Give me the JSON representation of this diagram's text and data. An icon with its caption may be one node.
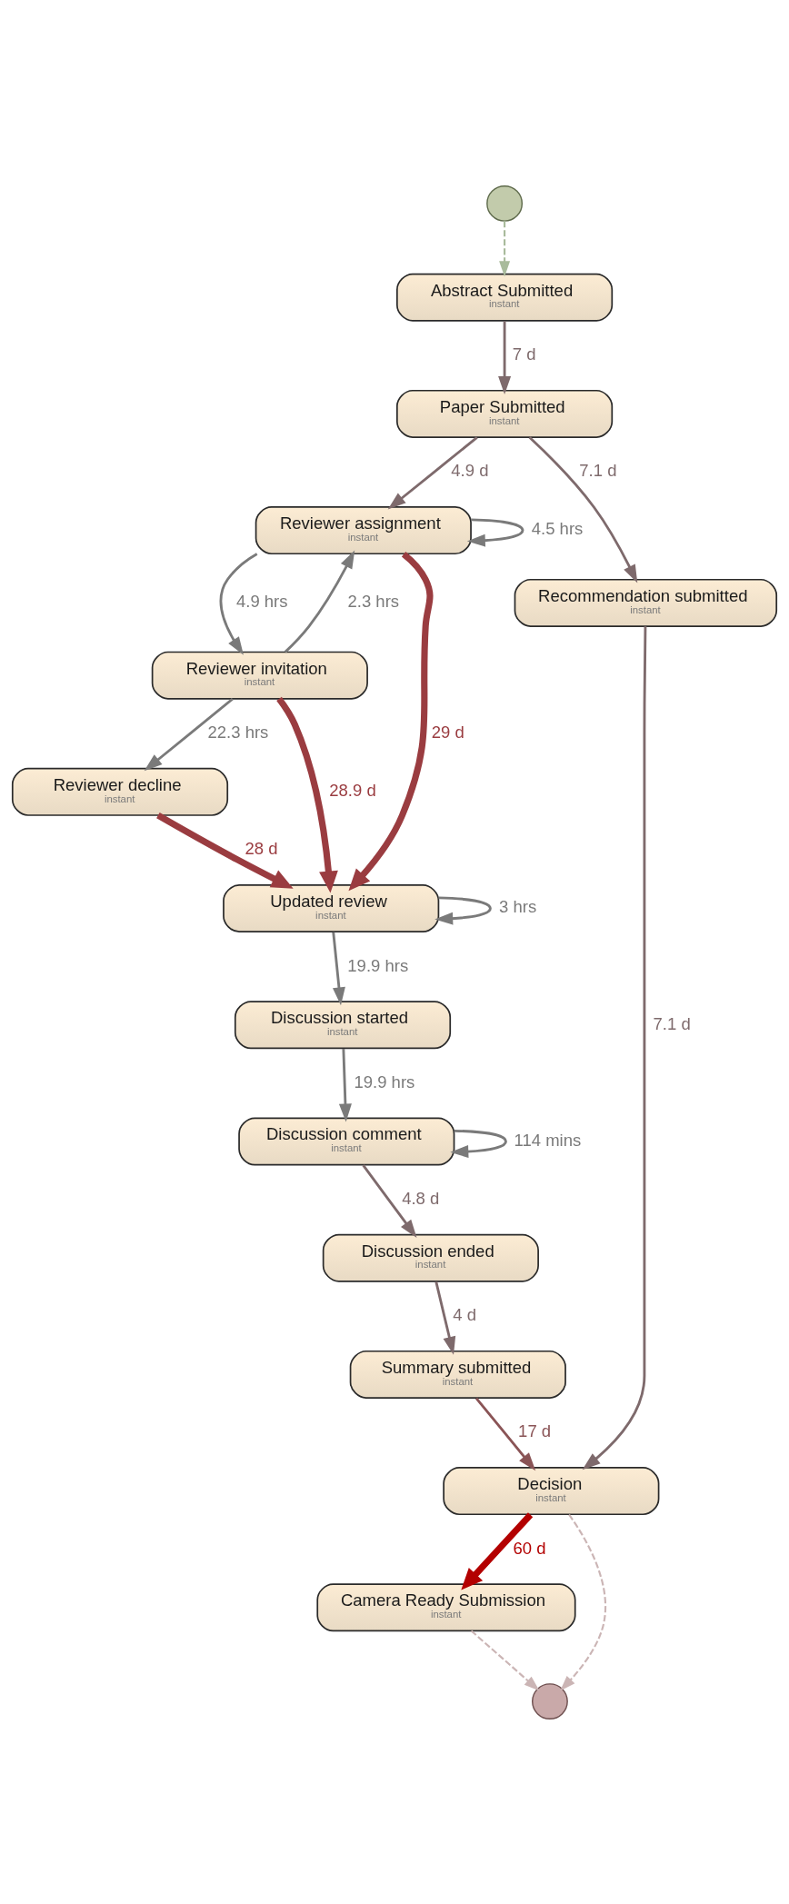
{
  "diagram": {
    "nodes": [
      {
        "text": [],
        "shape": "circle"
      },
      {
        "text": [
          "Abstract Submitted",
          "instant"
        ]
      },
      {
        "text": [
          "Paper Submitted",
          "instant"
        ]
      },
      {
        "text": [
          "Reviewer assignment",
          "instant"
        ]
      },
      {
        "text": [
          "Recommendation submitted",
          "instant"
        ]
      },
      {
        "text": [
          "Reviewer invitation",
          "instant"
        ]
      },
      {
        "text": [
          "Reviewer decline",
          "instant"
        ]
      },
      {
        "text": [
          "Updated review",
          "instant"
        ]
      },
      {
        "text": [
          "Discussion started",
          "instant"
        ]
      },
      {
        "text": [
          "Discussion comment",
          "instant"
        ]
      },
      {
        "text": [
          "Discussion ended",
          "instant"
        ]
      },
      {
        "text": [
          "Summary submitted",
          "instant"
        ]
      },
      {
        "text": [
          "Decision",
          "instant"
        ]
      },
      {
        "text": [
          "Camera Ready Submission",
          "instant"
        ]
      },
      {
        "text": [],
        "shape": "circle"
      }
    ],
    "edges": [
      {
        "from": 0,
        "to": 1,
        "arrow": "to",
        "style": "dashed",
        "color": "#a9bb9c"
      },
      {
        "from": 1,
        "to": 2,
        "label": "7 d",
        "arrow": "to",
        "color": "#7e6a6c"
      },
      {
        "from": 2,
        "to": 3,
        "label": "4.9 d",
        "arrow": "to",
        "color": "#7e6a6c"
      },
      {
        "from": 2,
        "to": 4,
        "label": "7.1 d",
        "arrow": "to",
        "color": "#7e6a6c"
      },
      {
        "from": 3,
        "to": 3,
        "label": "4.5 hrs",
        "arrow": "to",
        "color": "#7a7a7a"
      },
      {
        "from": 3,
        "to": 5,
        "label": "4.9 hrs",
        "arrow": "to",
        "color": "#7a7a7a"
      },
      {
        "from": 5,
        "to": 3,
        "label": "2.3 hrs",
        "arrow": "to",
        "color": "#7a7a7a"
      },
      {
        "from": 3,
        "to": 7,
        "label": "29 d",
        "arrow": "to",
        "style": "thick",
        "color": "#9a3c40"
      },
      {
        "from": 5,
        "to": 7,
        "label": "28.9 d",
        "arrow": "to",
        "style": "thick",
        "color": "#9a3c40"
      },
      {
        "from": 5,
        "to": 6,
        "label": "22.3 hrs",
        "arrow": "to",
        "color": "#7a7a7a"
      },
      {
        "from": 6,
        "to": 7,
        "label": "28 d",
        "arrow": "to",
        "style": "thick",
        "color": "#9a3c40"
      },
      {
        "from": 7,
        "to": 7,
        "label": "3 hrs",
        "arrow": "to",
        "color": "#7a7a7a"
      },
      {
        "from": 7,
        "to": 8,
        "label": "19.9 hrs",
        "arrow": "to",
        "color": "#7a7a7a"
      },
      {
        "from": 8,
        "to": 9,
        "label": "19.9 hrs",
        "arrow": "to",
        "color": "#7a7a7a"
      },
      {
        "from": 9,
        "to": 9,
        "label": "114 mins",
        "arrow": "to",
        "color": "#7a7a7a"
      },
      {
        "from": 9,
        "to": 10,
        "label": "4.8 d",
        "arrow": "to",
        "color": "#7e6a6c"
      },
      {
        "from": 10,
        "to": 11,
        "label": "4 d",
        "arrow": "to",
        "color": "#7e6a6c"
      },
      {
        "from": 11,
        "to": 12,
        "label": "17 d",
        "arrow": "to",
        "color": "#8a5456"
      },
      {
        "from": 4,
        "to": 12,
        "label": "7.1 d",
        "arrow": "to",
        "color": "#7e6a6c"
      },
      {
        "from": 12,
        "to": 13,
        "label": "60 d",
        "arrow": "to",
        "style": "thick",
        "color": "#b30000"
      },
      {
        "from": 13,
        "to": 14,
        "arrow": "to",
        "style": "dashed",
        "color": "#cbb5b5"
      },
      {
        "from": 12,
        "to": 14,
        "arrow": "to",
        "style": "dashed",
        "color": "#cbb5b5"
      }
    ]
  }
}
